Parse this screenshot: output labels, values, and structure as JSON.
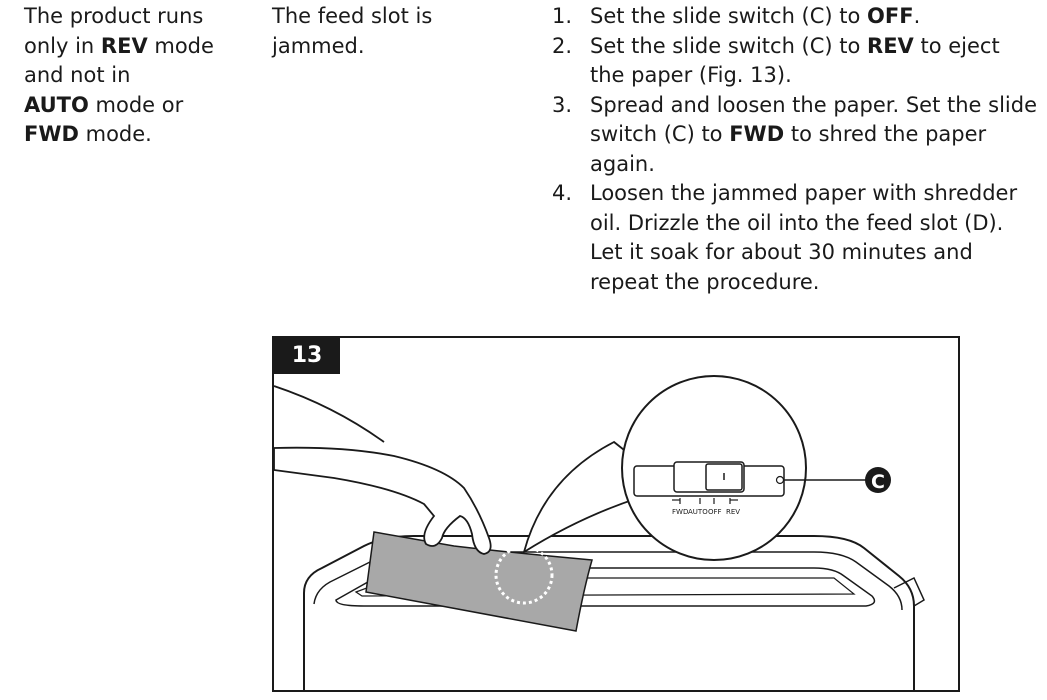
{
  "problem": {
    "line1": "The product runs",
    "line2_pre": "only in ",
    "line2_bold": "REV",
    "line2_post": " mode",
    "line3": "and not in",
    "line4_bold": "AUTO",
    "line4_post": " mode or",
    "line5_bold": "FWD",
    "line5_post": " mode."
  },
  "cause": {
    "line1": "The feed slot is",
    "line2": "jammed."
  },
  "solution": [
    {
      "num": "1.",
      "parts": [
        {
          "t": "Set the slide switch (C) to "
        },
        {
          "b": "OFF"
        },
        {
          "t": "."
        }
      ]
    },
    {
      "num": "2.",
      "parts": [
        {
          "t": "Set the slide switch (C) to "
        },
        {
          "b": "REV"
        },
        {
          "t": " to eject the paper (Fig. 13)."
        }
      ]
    },
    {
      "num": "3.",
      "parts": [
        {
          "t": "Spread and loosen the paper. Set the slide switch (C) to "
        },
        {
          "b": "FWD"
        },
        {
          "t": " to shred the paper again."
        }
      ]
    },
    {
      "num": "4.",
      "parts": [
        {
          "t": "Loosen the jammed paper with shredder oil. Drizzle the oil into the feed slot (D). Let it soak for about 30 minutes and repeat the procedure."
        }
      ]
    }
  ],
  "figure": {
    "number": "13",
    "callout_letter": "C",
    "switch_labels": [
      "FWD",
      "AUTO",
      "OFF",
      "REV"
    ]
  }
}
